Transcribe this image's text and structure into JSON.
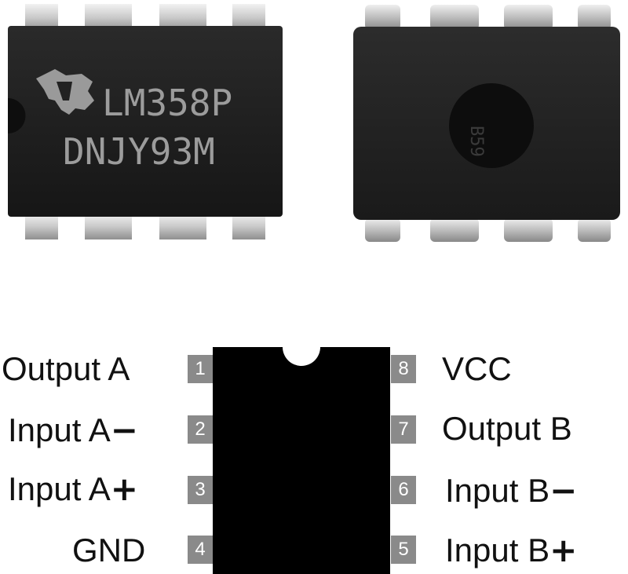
{
  "chip_photo_front": {
    "marking_line1": "LM358P",
    "marking_line2": "DNJY93M"
  },
  "chip_photo_back": {
    "mark": "B59"
  },
  "pinout": {
    "pins": [
      {
        "number": "1",
        "label": "Output A"
      },
      {
        "number": "2",
        "label": "Input A",
        "sign": "−"
      },
      {
        "number": "3",
        "label": "Input A",
        "sign": "+"
      },
      {
        "number": "4",
        "label": "GND"
      },
      {
        "number": "5",
        "label": "Input B",
        "sign": "+"
      },
      {
        "number": "6",
        "label": "Input B",
        "sign": "−"
      },
      {
        "number": "7",
        "label": "Output B"
      },
      {
        "number": "8",
        "label": "VCC"
      }
    ]
  }
}
